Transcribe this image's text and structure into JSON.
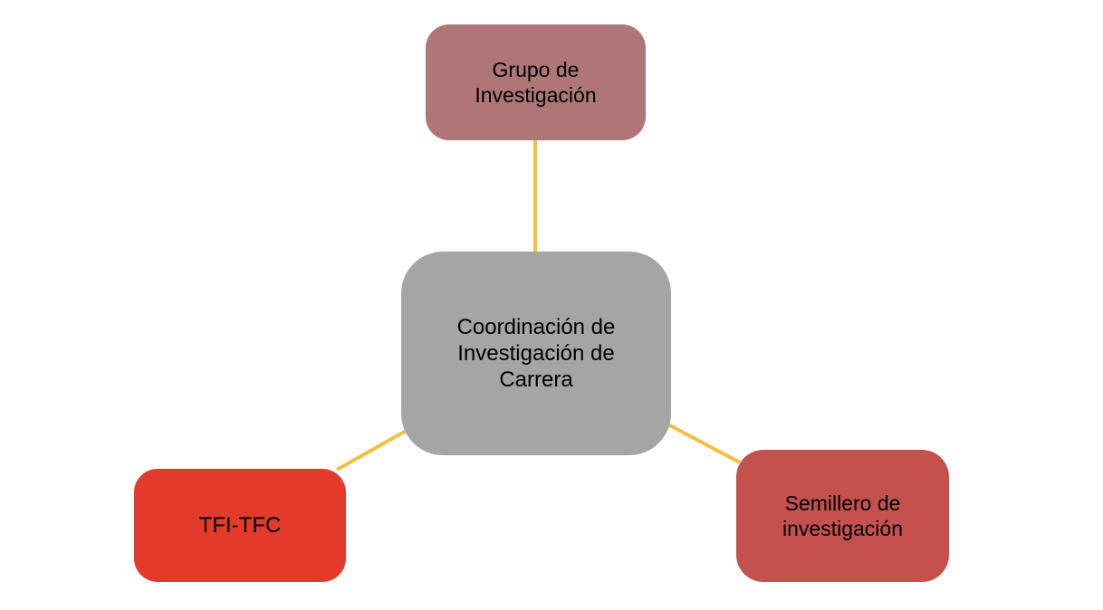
{
  "page": {
    "background_color": "#ffffff",
    "text_color": "#000000"
  },
  "diagram": {
    "connector": {
      "color": "#F5BE41",
      "width": 4
    },
    "nodes": {
      "top": {
        "label": "Grupo de Investigación",
        "color": "#AE7677"
      },
      "center": {
        "label": "Coordinación de Investigación de Carrera",
        "color": "#A5A5A5"
      },
      "bottom_left": {
        "label": "TFI-TFC",
        "color": "#E33B2B"
      },
      "bottom_right": {
        "label": "Semillero de investigación",
        "color": "#C4514D"
      }
    }
  }
}
